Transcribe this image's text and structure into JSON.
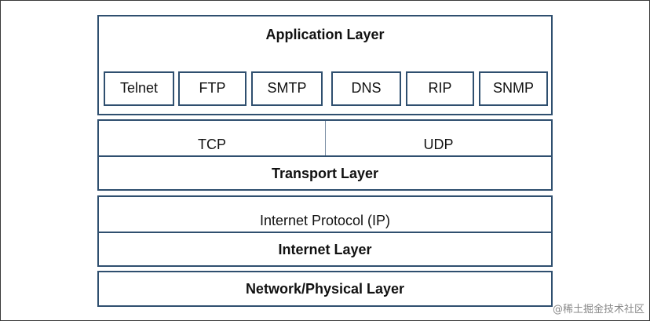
{
  "application": {
    "title": "Application Layer",
    "protocols": [
      "Telnet",
      "FTP",
      "SMTP",
      "DNS",
      "RIP",
      "SNMP"
    ]
  },
  "transport": {
    "protocols": [
      "TCP",
      "UDP"
    ],
    "title": "Transport Layer"
  },
  "internet": {
    "protocol": "Internet Protocol (IP)",
    "title": "Internet Layer"
  },
  "network": {
    "title": "Network/Physical Layer"
  },
  "watermark": "@稀土掘金技术社区",
  "colors": {
    "border": "#2f4f6f",
    "divider": "#7a8ea3",
    "text": "#111111"
  }
}
